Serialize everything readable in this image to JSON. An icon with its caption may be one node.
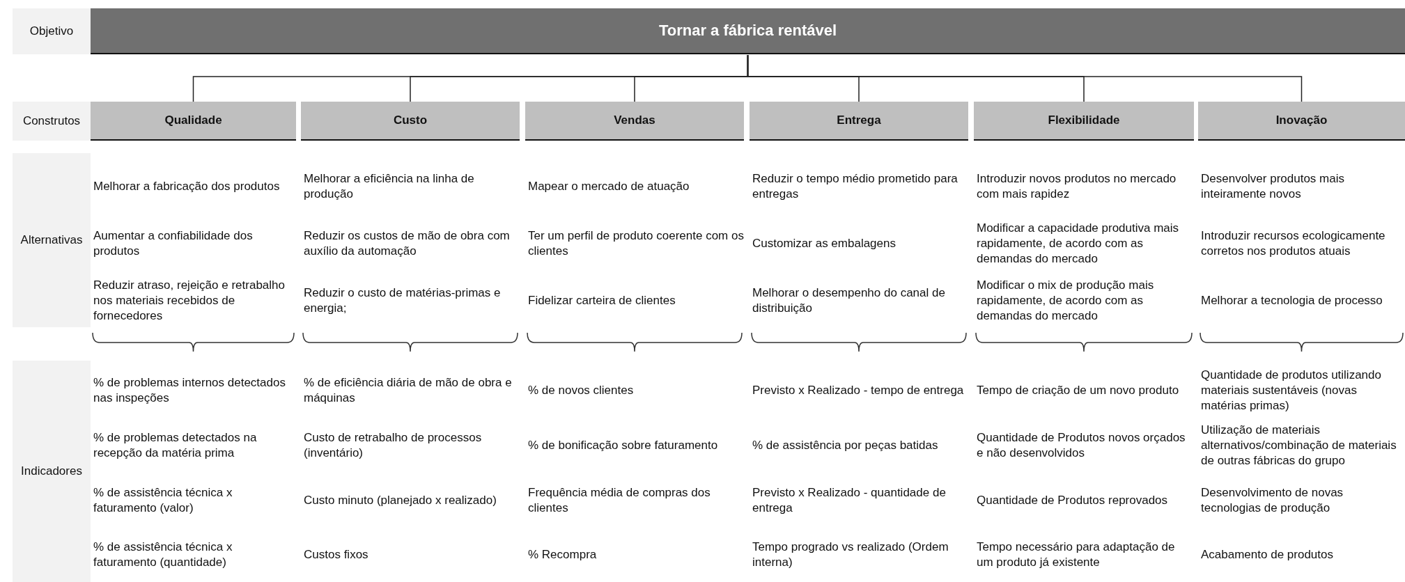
{
  "diagram": {
    "nodes": [
      {
        "text": [
          "Objetivo"
        ]
      },
      {
        "text": [
          "Tornar a fábrica rentável"
        ]
      },
      {
        "text": [
          "Construtos"
        ]
      },
      {
        "text": [
          "Qualidade"
        ]
      },
      {
        "text": [
          "Custo"
        ]
      },
      {
        "text": [
          "Vendas"
        ]
      },
      {
        "text": [
          "Entrega"
        ]
      },
      {
        "text": [
          "Flexibilidade"
        ]
      },
      {
        "text": [
          "Inovação"
        ]
      },
      {
        "text": [
          "Alternativas"
        ]
      },
      {
        "text": [
          "Indicadores"
        ]
      }
    ],
    "edges": [
      {
        "from": 1,
        "to": 3,
        "arrow": "none"
      },
      {
        "from": 1,
        "to": 4,
        "arrow": "none"
      },
      {
        "from": 1,
        "to": 5,
        "arrow": "none"
      },
      {
        "from": 1,
        "to": 6,
        "arrow": "none"
      },
      {
        "from": 1,
        "to": 7,
        "arrow": "none"
      },
      {
        "from": 1,
        "to": 8,
        "arrow": "none"
      }
    ],
    "labels": [
      "Melhorar a fabricação dos produtos",
      "Melhorar a eficiência na linha de produção",
      "Mapear o mercado de atuação",
      "Reduzir o tempo médio prometido para entregas",
      "Introduzir novos produtos no mercado com mais rapidez",
      "Desenvolver produtos mais inteiramente novos",
      "Aumentar a confiabilidade dos produtos",
      "Reduzir os custos de mão de obra com auxílio da automação",
      "Ter um perfil de produto coerente com os clientes",
      "Customizar as embalagens",
      "Modificar a capacidade produtiva mais rapidamente, de acordo com as demandas do mercado",
      "Introduzir recursos ecologicamente corretos nos produtos atuais",
      "Reduzir atraso, rejeição e retrabalho nos materiais recebidos de fornecedores",
      "Reduzir o custo de matérias-primas e energia;",
      "Fidelizar carteira de clientes",
      "Melhorar o desempenho do canal de distribuição",
      "Modificar o mix de produção mais rapidamente, de acordo com as demandas do mercado",
      "Melhorar a tecnologia de processo",
      "% de problemas internos detectados nas inspeções",
      "% de eficiência diária de mão de obra e máquinas",
      "% de novos clientes",
      "Previsto x Realizado - tempo de entrega",
      "Tempo de criação de um novo produto",
      "Quantidade de produtos utilizando materiais sustentáveis (novas matérias primas)",
      "% de problemas detectados na recepção da matéria prima",
      "Custo de retrabalho de processos (inventário)",
      "% de bonificação sobre faturamento",
      "% de assistência por peças batidas",
      "Quantidade de Produtos novos orçados e não desenvolvidos",
      "Utilização de materiais alternativos/combinação de materiais de outras fábricas do grupo",
      "% de assistência técnica x faturamento (valor)",
      "Custo minuto (planejado x realizado)",
      "Frequência média de compras dos clientes",
      "Previsto x Realizado - quantidade de entrega",
      "Quantidade de Produtos reprovados",
      "Desenvolvimento de novas tecnologias de produção",
      "% de assistência técnica x faturamento (quantidade)",
      "Custos fixos",
      "% Recompra",
      "Tempo progrado vs realizado (Ordem interna)",
      "Tempo necessário para adaptação de um produto já existente",
      "Acabamento de produtos"
    ]
  }
}
